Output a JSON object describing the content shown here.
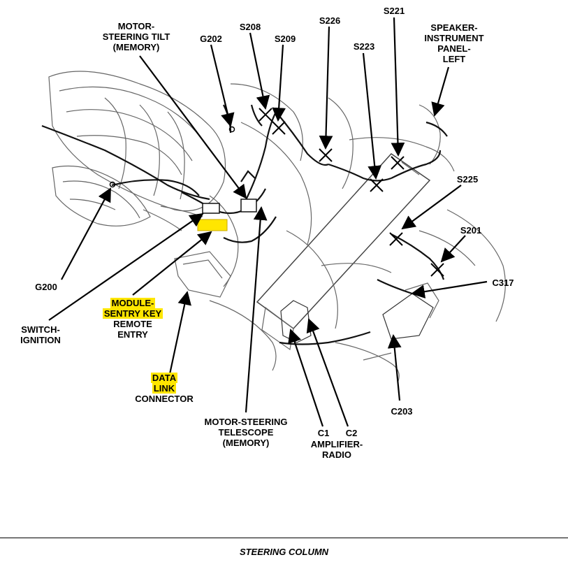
{
  "labels": {
    "motor_steering_tilt": [
      "MOTOR-",
      "STEERING TILT",
      "(MEMORY)"
    ],
    "g202": "G202",
    "s208": "S208",
    "s209": "S209",
    "s226": "S226",
    "s223": "S223",
    "s221": "S221",
    "speaker_instrument_panel_left": [
      "SPEAKER-",
      "INSTRUMENT",
      "PANEL-",
      "LEFT"
    ],
    "s225": "S225",
    "s201": "S201",
    "c317": "C317",
    "g200": "G200",
    "module_sentry_key": [
      "MODULE-",
      "SENTRY KEY",
      "REMOTE",
      "ENTRY"
    ],
    "switch_ignition": [
      "SWITCH-",
      "IGNITION"
    ],
    "data_link_connector": [
      "DATA",
      "LINK",
      "CONNECTOR"
    ],
    "motor_steering_telescope": [
      "MOTOR-STEERING",
      "TELESCOPE",
      "(MEMORY)"
    ],
    "c1": "C1",
    "c2": "C2",
    "amplifier_radio": [
      "AMPLIFIER-",
      "RADIO"
    ],
    "c203": "C203"
  },
  "caption": "STEERING COLUMN",
  "colors": {
    "highlight": "#ffe600",
    "line": "#000000",
    "drawing": "#555555"
  }
}
